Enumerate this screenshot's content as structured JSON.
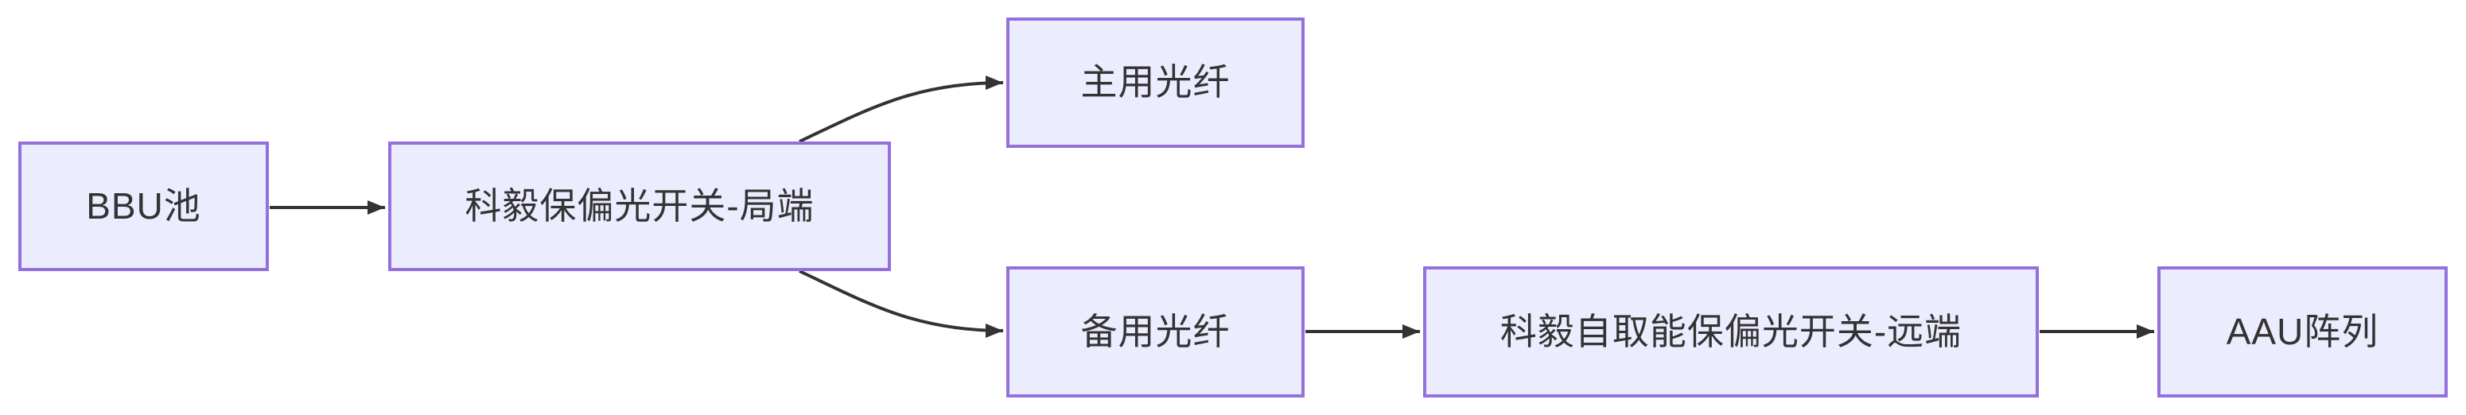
{
  "diagram": {
    "type": "flowchart",
    "direction": "LR",
    "background_color": "#ffffff",
    "node_fill_color": "#ECECFF",
    "node_border_color": "#9370DB",
    "edge_color": "#333333",
    "text_color": "#333333",
    "nodes": [
      {
        "id": "bbu",
        "label": "BBU池"
      },
      {
        "id": "local-switch",
        "label": "科毅保偏光开关-局端"
      },
      {
        "id": "primary-fiber",
        "label": "主用光纤"
      },
      {
        "id": "backup-fiber",
        "label": "备用光纤"
      },
      {
        "id": "remote-switch",
        "label": "科毅自取能保偏光开关-远端"
      },
      {
        "id": "aau",
        "label": "AAU阵列"
      }
    ],
    "edges": [
      {
        "from": "BBU池",
        "to": "科毅保偏光开关-局端",
        "style": "straight-arrow"
      },
      {
        "from": "科毅保偏光开关-局端",
        "to": "主用光纤",
        "style": "curved-arrow-up"
      },
      {
        "from": "科毅保偏光开关-局端",
        "to": "备用光纤",
        "style": "curved-arrow-down"
      },
      {
        "from": "备用光纤",
        "to": "科毅自取能保偏光开关-远端",
        "style": "straight-arrow"
      },
      {
        "from": "科毅自取能保偏光开关-远端",
        "to": "AAU阵列",
        "style": "straight-arrow"
      }
    ]
  }
}
